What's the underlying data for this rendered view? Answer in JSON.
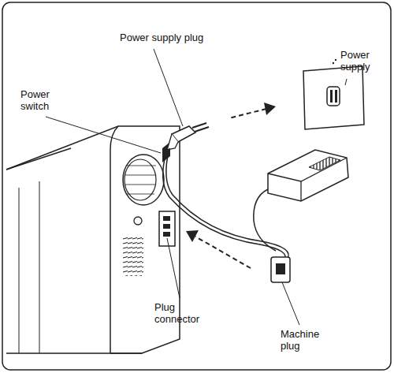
{
  "diagram": {
    "labels": [
      "Power supply plug",
      "Power supply",
      "Power switch",
      "Plug connector",
      "Machine plug"
    ]
  }
}
